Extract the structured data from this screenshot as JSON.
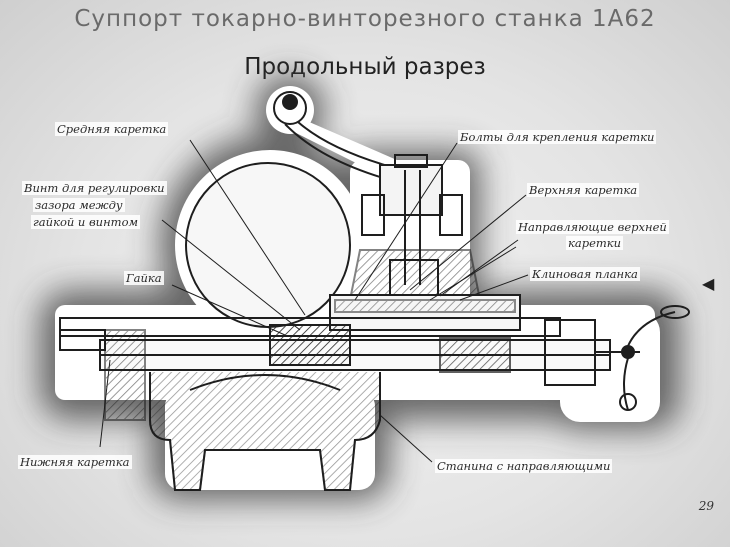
{
  "header": {
    "title": "Суппорт токарно-винторезного станка 1А62",
    "subtitle": "Продольный разрез"
  },
  "labels": {
    "middle_carriage": "Средняя каретка",
    "adjust_screw_1": "Винт для регулировки",
    "adjust_screw_2": "зазора между",
    "adjust_screw_3": "гайкой и винтом",
    "nut": "Гайка",
    "lower_carriage": "Нижняя каретка",
    "bolts": "Болты для крепления каретки",
    "upper_carriage": "Верхняя каретка",
    "guides_1": "Направляющие верхней",
    "guides_2": "каретки",
    "gib": "Клиновая планка",
    "bed": "Станина с направляющими"
  },
  "page_number": "29",
  "colors": {
    "ink": "#1e1e1e",
    "halo": "#ffffff",
    "shadow": "#3a3a3a"
  }
}
